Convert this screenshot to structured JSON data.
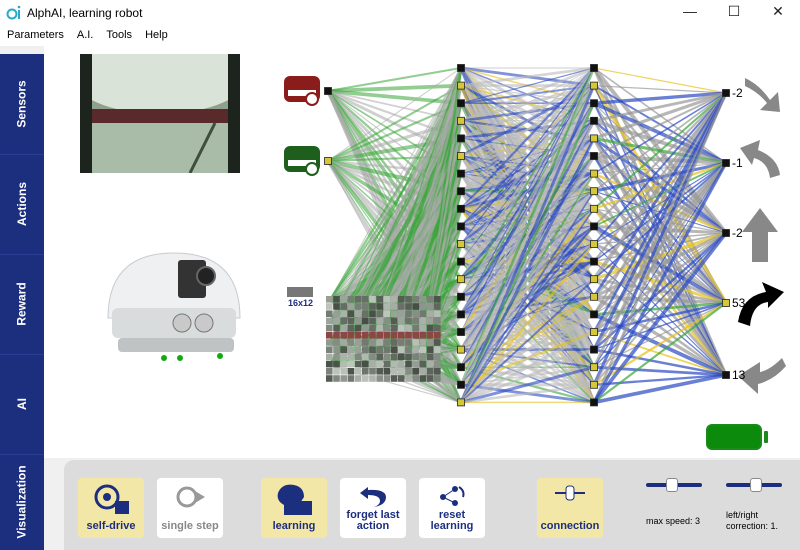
{
  "window": {
    "title": "AlphAI, learning robot",
    "minimize_icon": "minimize-icon",
    "maximize_icon": "maximize-icon",
    "close_icon": "close-icon"
  },
  "menu": [
    "Parameters",
    "A.I.",
    "Tools",
    "Help"
  ],
  "sidebar": [
    {
      "label": "Sensors"
    },
    {
      "label": "Actions"
    },
    {
      "label": "Reward"
    },
    {
      "label": "AI"
    },
    {
      "label": "Visualization"
    }
  ],
  "sensor_inputs": {
    "camera_resolution_label": "16x12"
  },
  "outputs": [
    {
      "value": "-2",
      "icon": "rotate-back-right-icon"
    },
    {
      "value": "-1",
      "icon": "rotate-back-left-icon"
    },
    {
      "value": "-2",
      "icon": "forward-arrow-icon"
    },
    {
      "value": "53",
      "icon": "turn-right-arrow-icon"
    },
    {
      "value": "13",
      "icon": "rotate-back-left-icon"
    }
  ],
  "selected_output": 3,
  "toolbar": {
    "self_drive": "self-drive",
    "single_step": "single step",
    "learning": "learning",
    "forget_last_action": "forget last action",
    "reset_learning": "reset learning",
    "connection": "connection",
    "max_speed_label": "max speed: 3",
    "correction_label": "left/right correction: 1."
  },
  "sliders": {
    "max_speed_value": 3,
    "correction_value": 1
  },
  "colors": {
    "sidebar": "#1c2f7e",
    "active_button": "#f3e7a8",
    "battery": "#0b8a0b",
    "node_active": "#d4c73a",
    "accent_blue": "#1c2f7e"
  }
}
